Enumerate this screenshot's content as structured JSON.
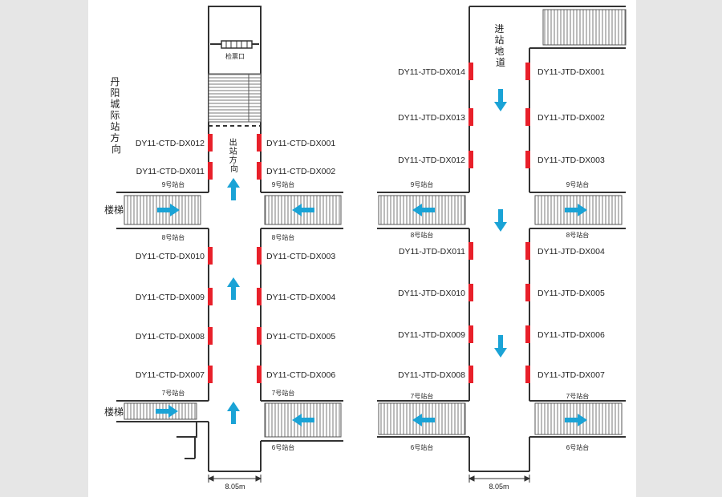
{
  "title_vertical": "丹阳城际站方向",
  "left": {
    "exit_direction": "出站方向",
    "gate_label": "检票口",
    "stairs_label": "楼梯",
    "width_label": "8.05m",
    "platforms": [
      "9号站台",
      "8号站台",
      "7号站台",
      "6号站台"
    ],
    "signs": [
      "DY11-CTD-DX001",
      "DY11-CTD-DX002",
      "DY11-CTD-DX003",
      "DY11-CTD-DX004",
      "DY11-CTD-DX005",
      "DY11-CTD-DX006",
      "DY11-CTD-DX007",
      "DY11-CTD-DX008",
      "DY11-CTD-DX009",
      "DY11-CTD-DX010",
      "DY11-CTD-DX011",
      "DY11-CTD-DX012"
    ]
  },
  "right": {
    "entry_passage": "进站地道",
    "width_label": "8.05m",
    "platforms": [
      "9号站台",
      "8号站台",
      "7号站台",
      "6号站台"
    ],
    "signs": [
      "DY11-JTD-DX001",
      "DY11-JTD-DX002",
      "DY11-JTD-DX003",
      "DY11-JTD-DX004",
      "DY11-JTD-DX005",
      "DY11-JTD-DX006",
      "DY11-JTD-DX007",
      "DY11-JTD-DX008",
      "DY11-JTD-DX009",
      "DY11-JTD-DX010",
      "DY11-JTD-DX011",
      "DY11-JTD-DX012",
      "DY11-JTD-DX013",
      "DY11-JTD-DX014"
    ]
  },
  "colors": {
    "sign": "#e8202a",
    "arrow": "#1aa3d6",
    "wall": "#333333"
  }
}
